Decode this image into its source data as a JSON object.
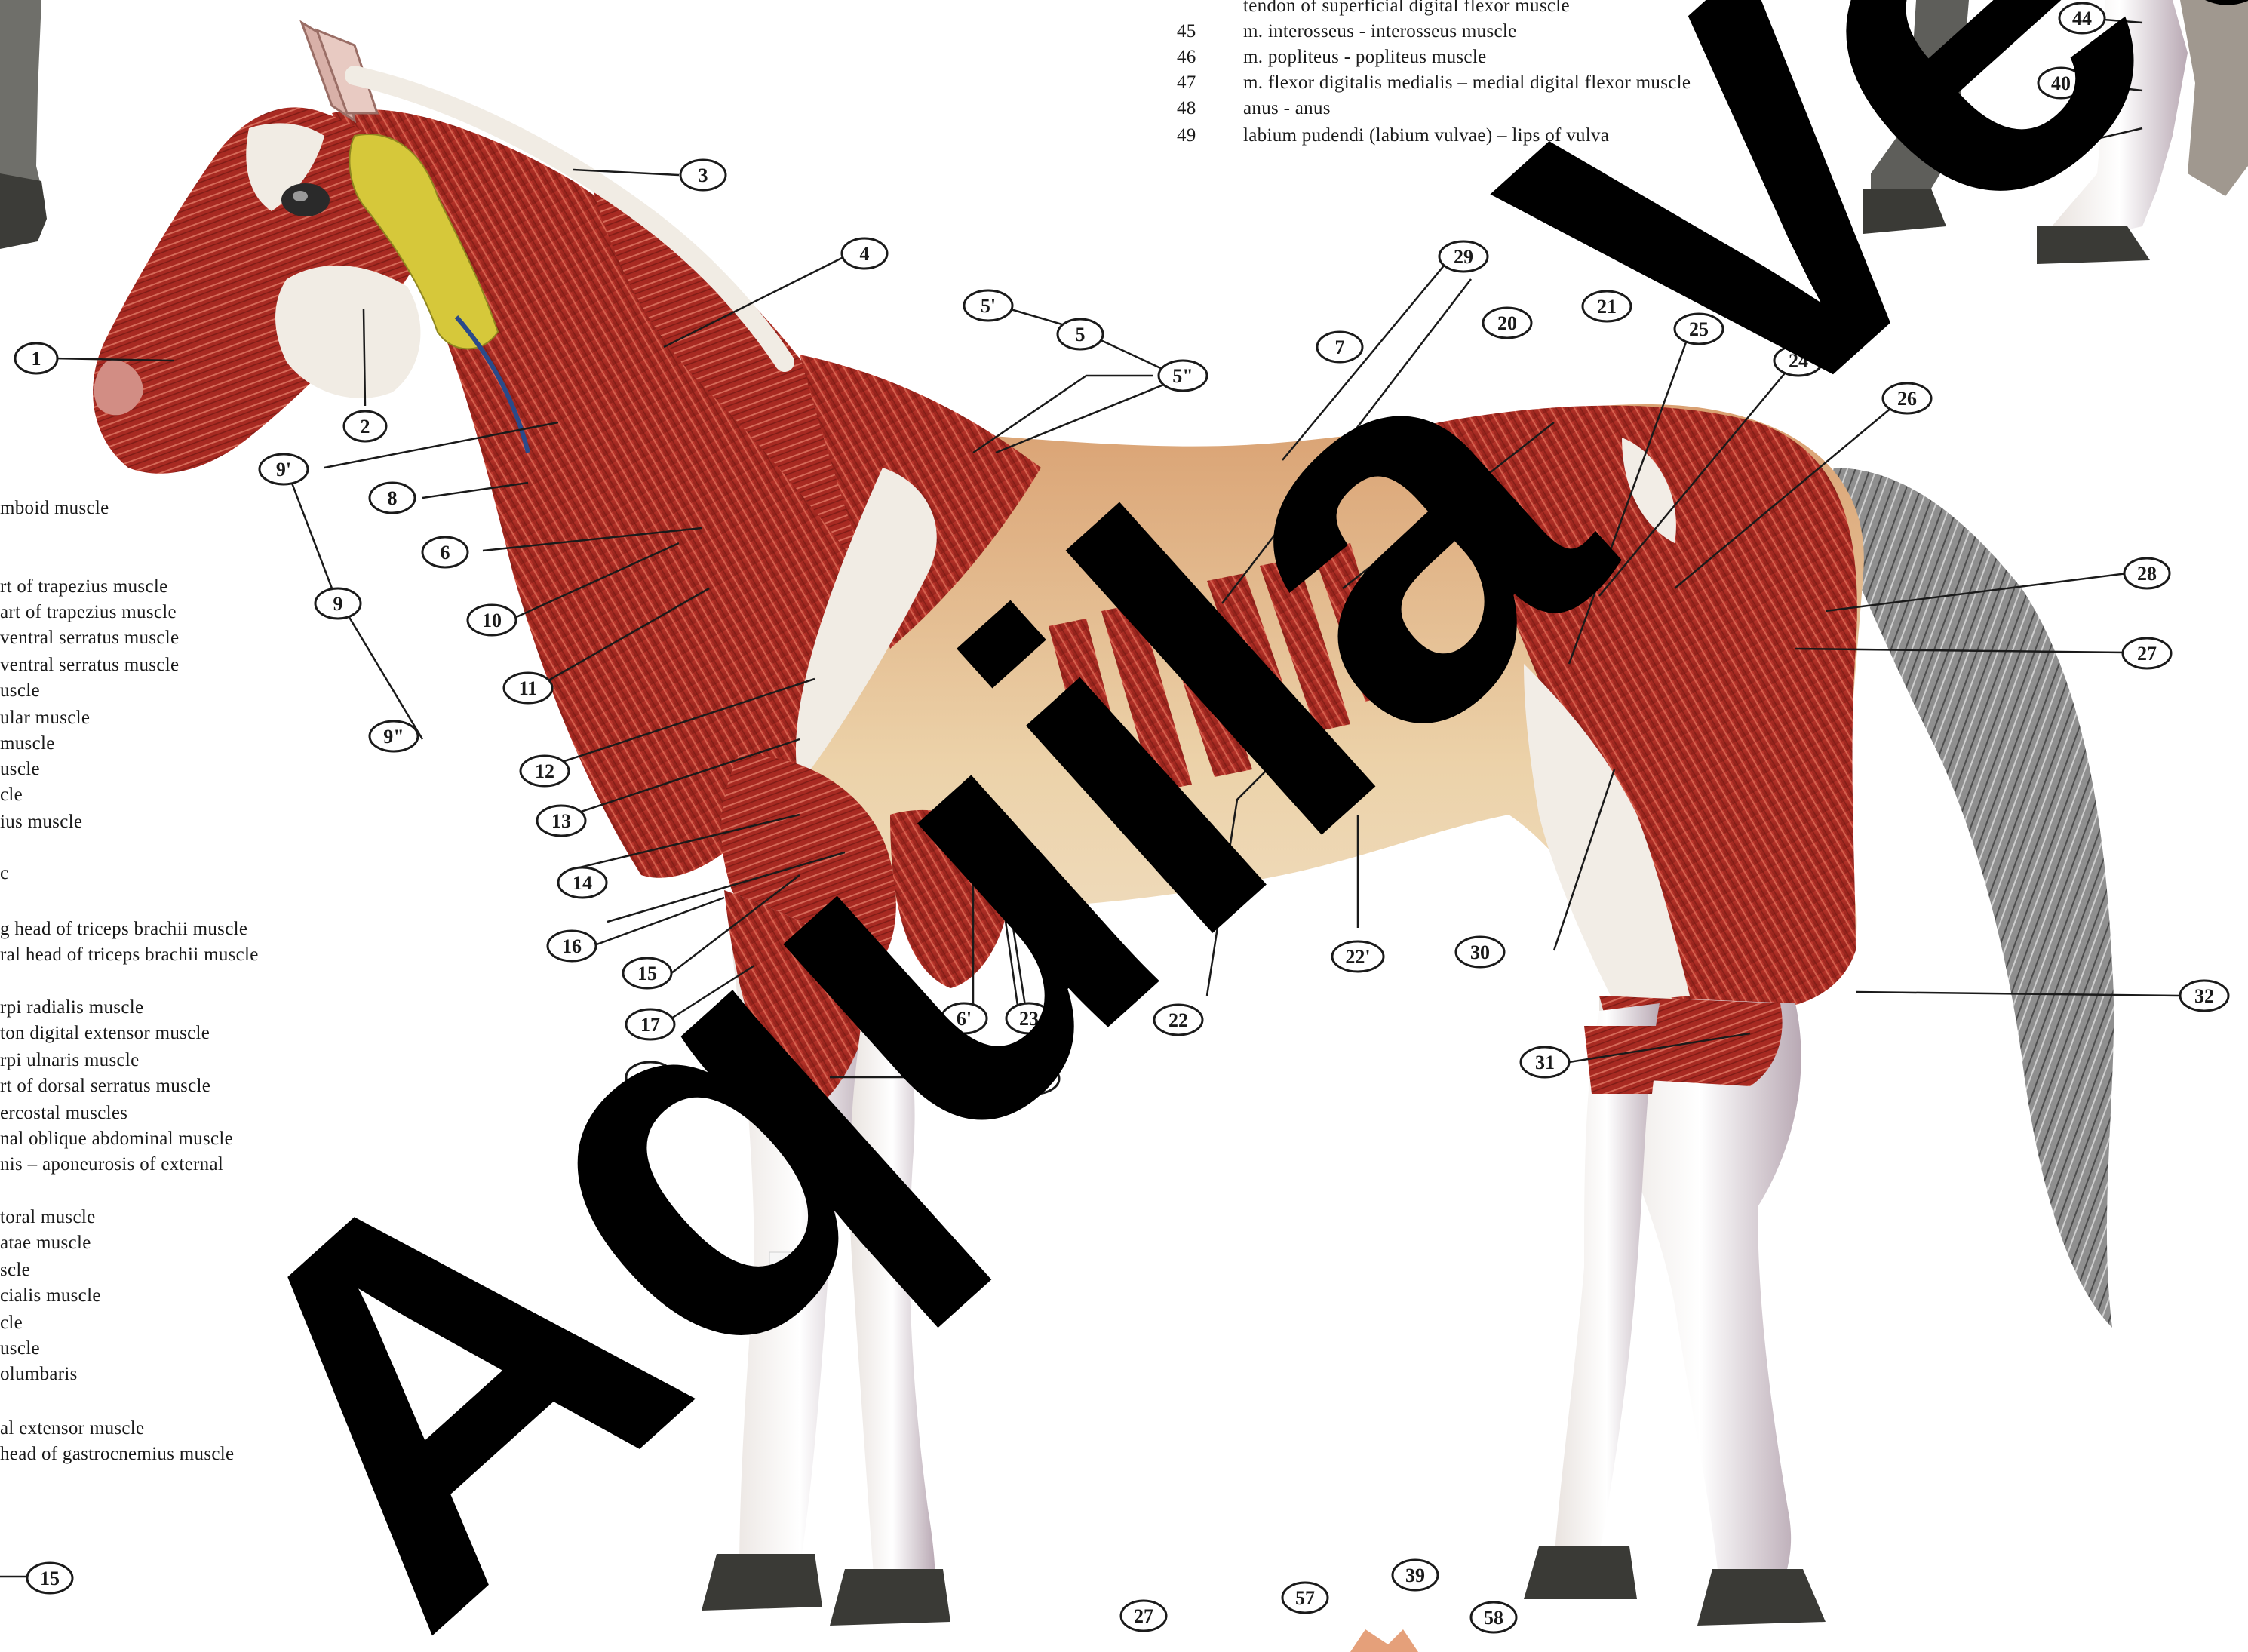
{
  "legend_top": [
    {
      "num": "",
      "text": "tendon of superficial digital flexor muscle"
    },
    {
      "num": "45",
      "text": "m. interosseus - interosseus muscle"
    },
    {
      "num": "46",
      "text": "m. popliteus - popliteus muscle"
    },
    {
      "num": "47",
      "text": "m. flexor digitalis medialis – medial digital flexor muscle"
    },
    {
      "num": "48",
      "text": "anus - anus"
    },
    {
      "num": "49",
      "text": "labium pudendi (labium vulvae) – lips of vulva"
    }
  ],
  "legend_left": [
    "mboid muscle",
    "",
    "",
    "rt of trapezius muscle",
    "art of trapezius muscle",
    "ventral serratus muscle",
    "ventral serratus muscle",
    "uscle",
    "ular muscle",
    "muscle",
    "uscle",
    "cle",
    "ius muscle",
    "",
    "c",
    "",
    "g head of triceps brachii muscle",
    "ral head of triceps brachii muscle",
    "",
    "rpi radialis muscle",
    "ton digital extensor muscle",
    "rpi ulnaris muscle",
    "rt of dorsal serratus muscle",
    "ercostal muscles",
    "nal oblique abdominal muscle",
    "nis – aponeurosis of external",
    "",
    "toral muscle",
    "atae muscle",
    "scle",
    "cialis muscle",
    "cle",
    "uscle",
    "olumbaris",
    "",
    "al extensor muscle",
    "head of gastrocnemius muscle"
  ],
  "callouts": [
    "1",
    "2",
    "3",
    "4",
    "5'",
    "5",
    "5\"",
    "6",
    "6'",
    "7",
    "8",
    "9'",
    "9",
    "9\"",
    "10",
    "11",
    "12",
    "13",
    "14",
    "15",
    "16",
    "17",
    "18",
    "19",
    "20",
    "21",
    "22",
    "22'",
    "23",
    "24",
    "25",
    "26",
    "27",
    "28",
    "29",
    "30",
    "31",
    "32",
    "40",
    "44",
    "45",
    "15",
    "27",
    "57",
    "39",
    "58"
  ],
  "watermark": "Aquila Vet",
  "colors": {
    "muscle": "#b8322a",
    "tendon": "#f1ece4",
    "hoof": "#3a3a36",
    "tail": "#8c8c8c",
    "fat": "#d6c83a",
    "watermark": "#000000"
  }
}
